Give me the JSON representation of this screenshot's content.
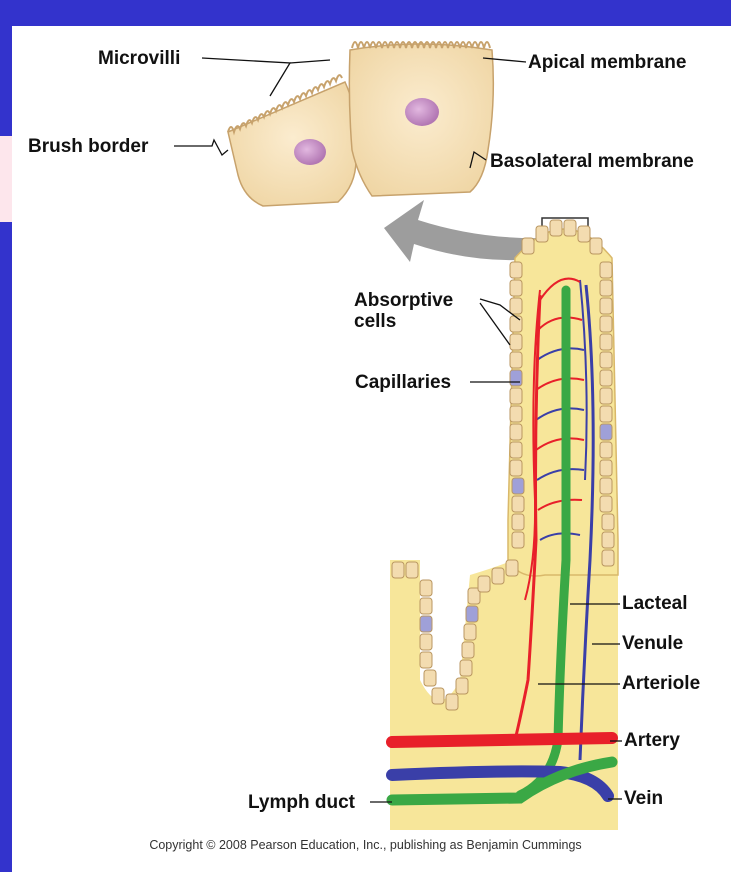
{
  "labels": {
    "microvilli": "Microvilli",
    "apical_membrane": "Apical membrane",
    "brush_border": "Brush border",
    "basolateral_membrane": "Basolateral membrane",
    "absorptive_cells": "Absorptive\ncells",
    "capillaries": "Capillaries",
    "lacteal": "Lacteal",
    "venule": "Venule",
    "arteriole": "Arteriole",
    "artery": "Artery",
    "vein": "Vein",
    "lymph_duct": "Lymph duct"
  },
  "copyright": "Copyright © 2008 Pearson Education, Inc., publishing as Benjamin Cummings",
  "colors": {
    "frame": "#3333cc",
    "artery": "#e8202a",
    "vein": "#3a3fa8",
    "lacteal": "#3aa845",
    "cell": "#f6e3bd",
    "tissue": "#f7e69a",
    "nucleus": "#c78fc6"
  }
}
